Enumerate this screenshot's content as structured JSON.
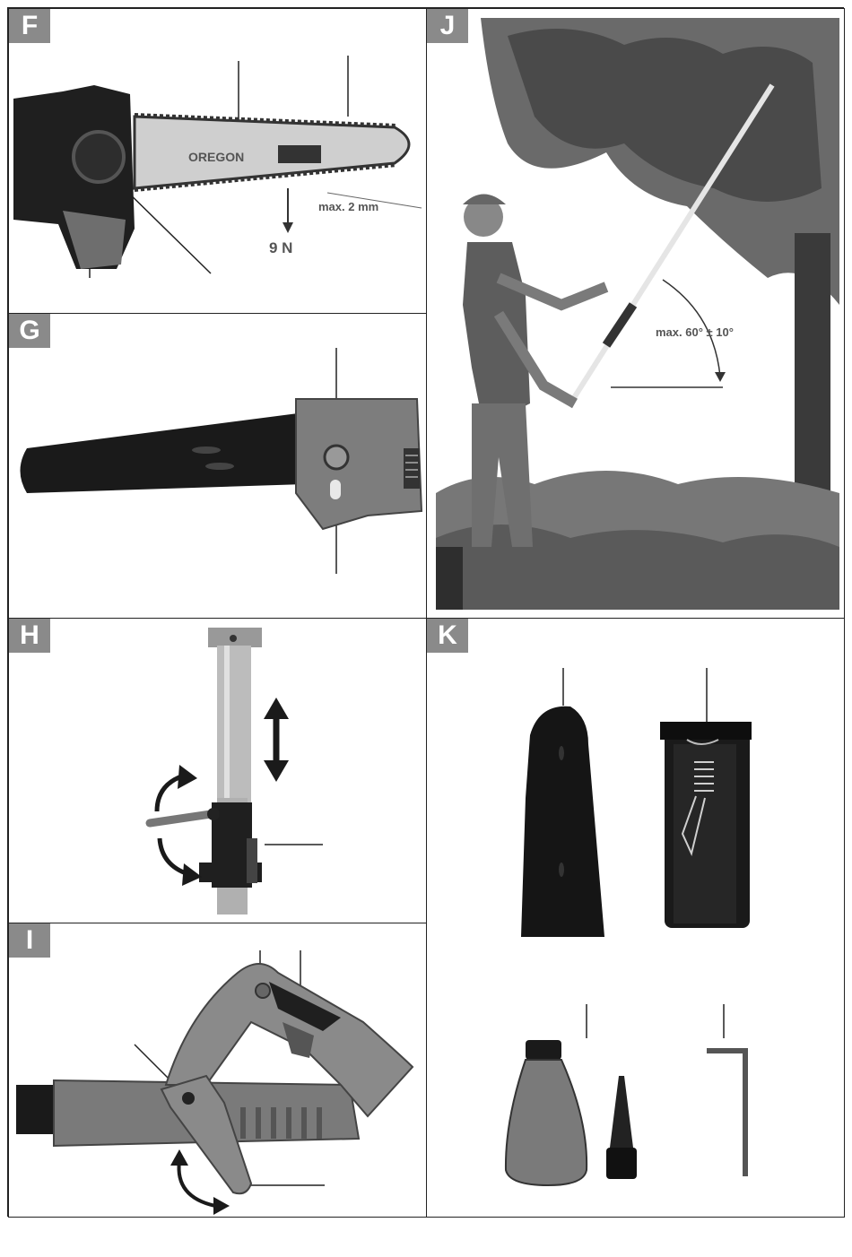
{
  "panels": {
    "F": {
      "label": "F",
      "bar_brand": "OREGON",
      "depth_text": "max. 2 mm",
      "force_text": "9 N"
    },
    "G": {
      "label": "G"
    },
    "J": {
      "label": "J",
      "angle_text": "max. 60° ± 10°"
    },
    "H": {
      "label": "H"
    },
    "K": {
      "label": "K"
    },
    "I": {
      "label": "I"
    }
  },
  "colors": {
    "label_bg": "#8a8a8a",
    "border": "#222222",
    "dark_part": "#1a1a1a",
    "grey_part": "#7d7d7d"
  }
}
